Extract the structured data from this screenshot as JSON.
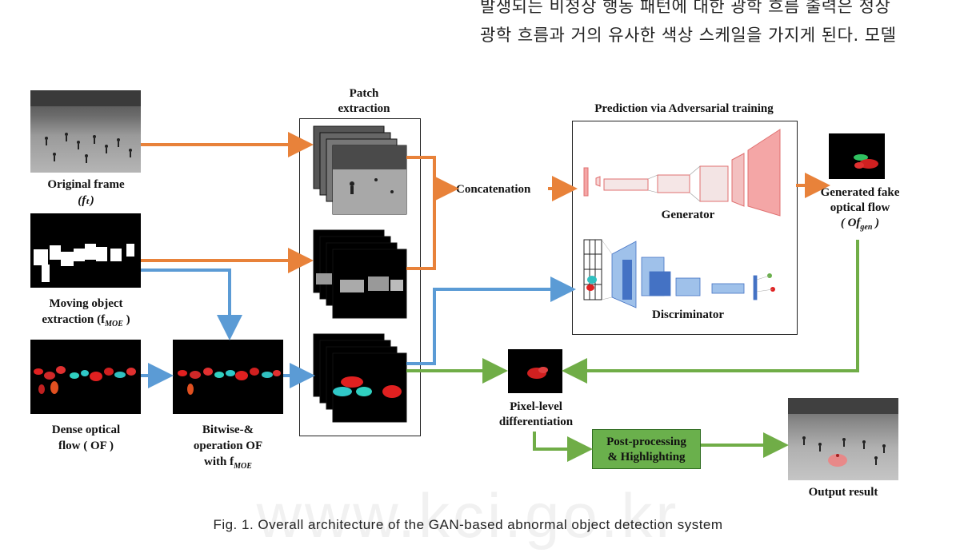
{
  "text": {
    "korean_line1": "발생되는 비정상 행동 패턴에 대한 광학 흐름 출력은 정상",
    "korean_line2": "광학 흐름과 거의 유사한 색상 스케일을 가지게 된다. 모델",
    "watermark": "www.kci.go.kr",
    "caption": "Fig. 1. Overall architecture of the GAN-based abnormal object detection system"
  },
  "labels": {
    "original_frame": "Original frame",
    "original_frame_sym": "(fₜ)",
    "moving_object": "Moving object",
    "moving_object_2": "extraction (f",
    "moving_object_sub": "MOE",
    "dense_flow": "Dense optical",
    "dense_flow_2": "flow ( OF )",
    "bitwise_1": "Bitwise-&",
    "bitwise_2": "operation OF",
    "bitwise_3": "with f",
    "bitwise_sub": "MOE",
    "patch_1": "Patch",
    "patch_2": "extraction",
    "concat": "Concatenation",
    "prediction": "Prediction via Adversarial training",
    "generator": "Generator",
    "discriminator": "Discriminator",
    "gen_flow_1": "Generated fake",
    "gen_flow_2": "optical flow",
    "gen_flow_3": "( Of",
    "gen_flow_sub": "gen",
    "pixel_1": "Pixel-level",
    "pixel_2": "differentiation",
    "post_1": "Post-processing",
    "post_2": "& Highlighting",
    "output": "Output result"
  },
  "colors": {
    "orange": "#e8823a",
    "blue": "#5b9bd5",
    "green": "#70ad47",
    "gen_pink": "#f4a6a6",
    "disc_blue": "#4472c4"
  }
}
